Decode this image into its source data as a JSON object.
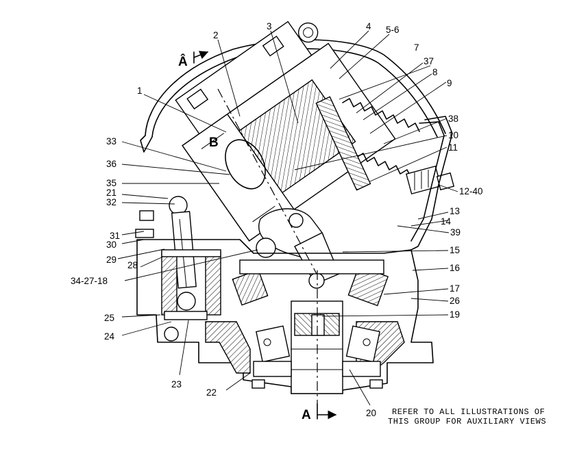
{
  "callouts": [
    {
      "id": "c1",
      "text": "1"
    },
    {
      "id": "c2",
      "text": "2"
    },
    {
      "id": "c3",
      "text": "3"
    },
    {
      "id": "c4",
      "text": "4"
    },
    {
      "id": "c5_6",
      "text": "5-6"
    },
    {
      "id": "c7",
      "text": "7"
    },
    {
      "id": "c37",
      "text": "37"
    },
    {
      "id": "c8",
      "text": "8"
    },
    {
      "id": "c9",
      "text": "9"
    },
    {
      "id": "c38",
      "text": "38"
    },
    {
      "id": "c10",
      "text": "10"
    },
    {
      "id": "c11",
      "text": "11"
    },
    {
      "id": "c12_40",
      "text": "12-40"
    },
    {
      "id": "c13",
      "text": "13"
    },
    {
      "id": "c14",
      "text": "14"
    },
    {
      "id": "c39",
      "text": "39"
    },
    {
      "id": "c15",
      "text": "15"
    },
    {
      "id": "c16",
      "text": "16"
    },
    {
      "id": "c17",
      "text": "17"
    },
    {
      "id": "c26",
      "text": "26"
    },
    {
      "id": "c19",
      "text": "19"
    },
    {
      "id": "c20",
      "text": "20"
    },
    {
      "id": "c22",
      "text": "22"
    },
    {
      "id": "c23",
      "text": "23"
    },
    {
      "id": "c24",
      "text": "24"
    },
    {
      "id": "c25",
      "text": "25"
    },
    {
      "id": "c34_27_18",
      "text": "34-27-18"
    },
    {
      "id": "c28",
      "text": "28"
    },
    {
      "id": "c29",
      "text": "29"
    },
    {
      "id": "c30",
      "text": "30"
    },
    {
      "id": "c31",
      "text": "31"
    },
    {
      "id": "c32",
      "text": "32"
    },
    {
      "id": "c21",
      "text": "21"
    },
    {
      "id": "c35",
      "text": "35"
    },
    {
      "id": "c36",
      "text": "36"
    },
    {
      "id": "c33",
      "text": "33"
    }
  ],
  "section": {
    "top_label": "Â",
    "bottom_label": "A",
    "detail_label": "B"
  },
  "note": {
    "line1": "REFER TO ALL ILLUSTRATIONS OF",
    "line2": "THIS GROUP FOR AUXILIARY VIEWS"
  }
}
